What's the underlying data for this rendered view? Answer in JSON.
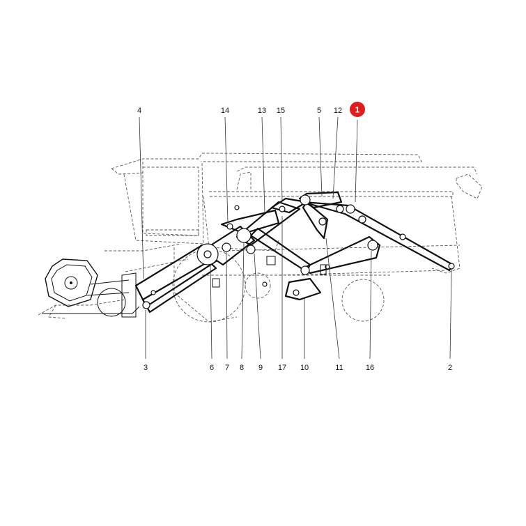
{
  "callouts": [
    {
      "id": "c4",
      "label": "4"
    },
    {
      "id": "c14",
      "label": "14"
    },
    {
      "id": "c13",
      "label": "13"
    },
    {
      "id": "c15",
      "label": "15"
    },
    {
      "id": "c5",
      "label": "5"
    },
    {
      "id": "c12",
      "label": "12"
    },
    {
      "id": "c1",
      "label": "1",
      "highlighted": true
    },
    {
      "id": "c3",
      "label": "3"
    },
    {
      "id": "c6",
      "label": "6"
    },
    {
      "id": "c7",
      "label": "7"
    },
    {
      "id": "c8",
      "label": "8"
    },
    {
      "id": "c9",
      "label": "9"
    },
    {
      "id": "c17",
      "label": "17"
    },
    {
      "id": "c10",
      "label": "10"
    },
    {
      "id": "c11",
      "label": "11"
    },
    {
      "id": "c16",
      "label": "16"
    },
    {
      "id": "c2",
      "label": "2"
    }
  ],
  "colors": {
    "highlight": "#e01b1b",
    "line": "#111111",
    "outline": "#555555"
  }
}
